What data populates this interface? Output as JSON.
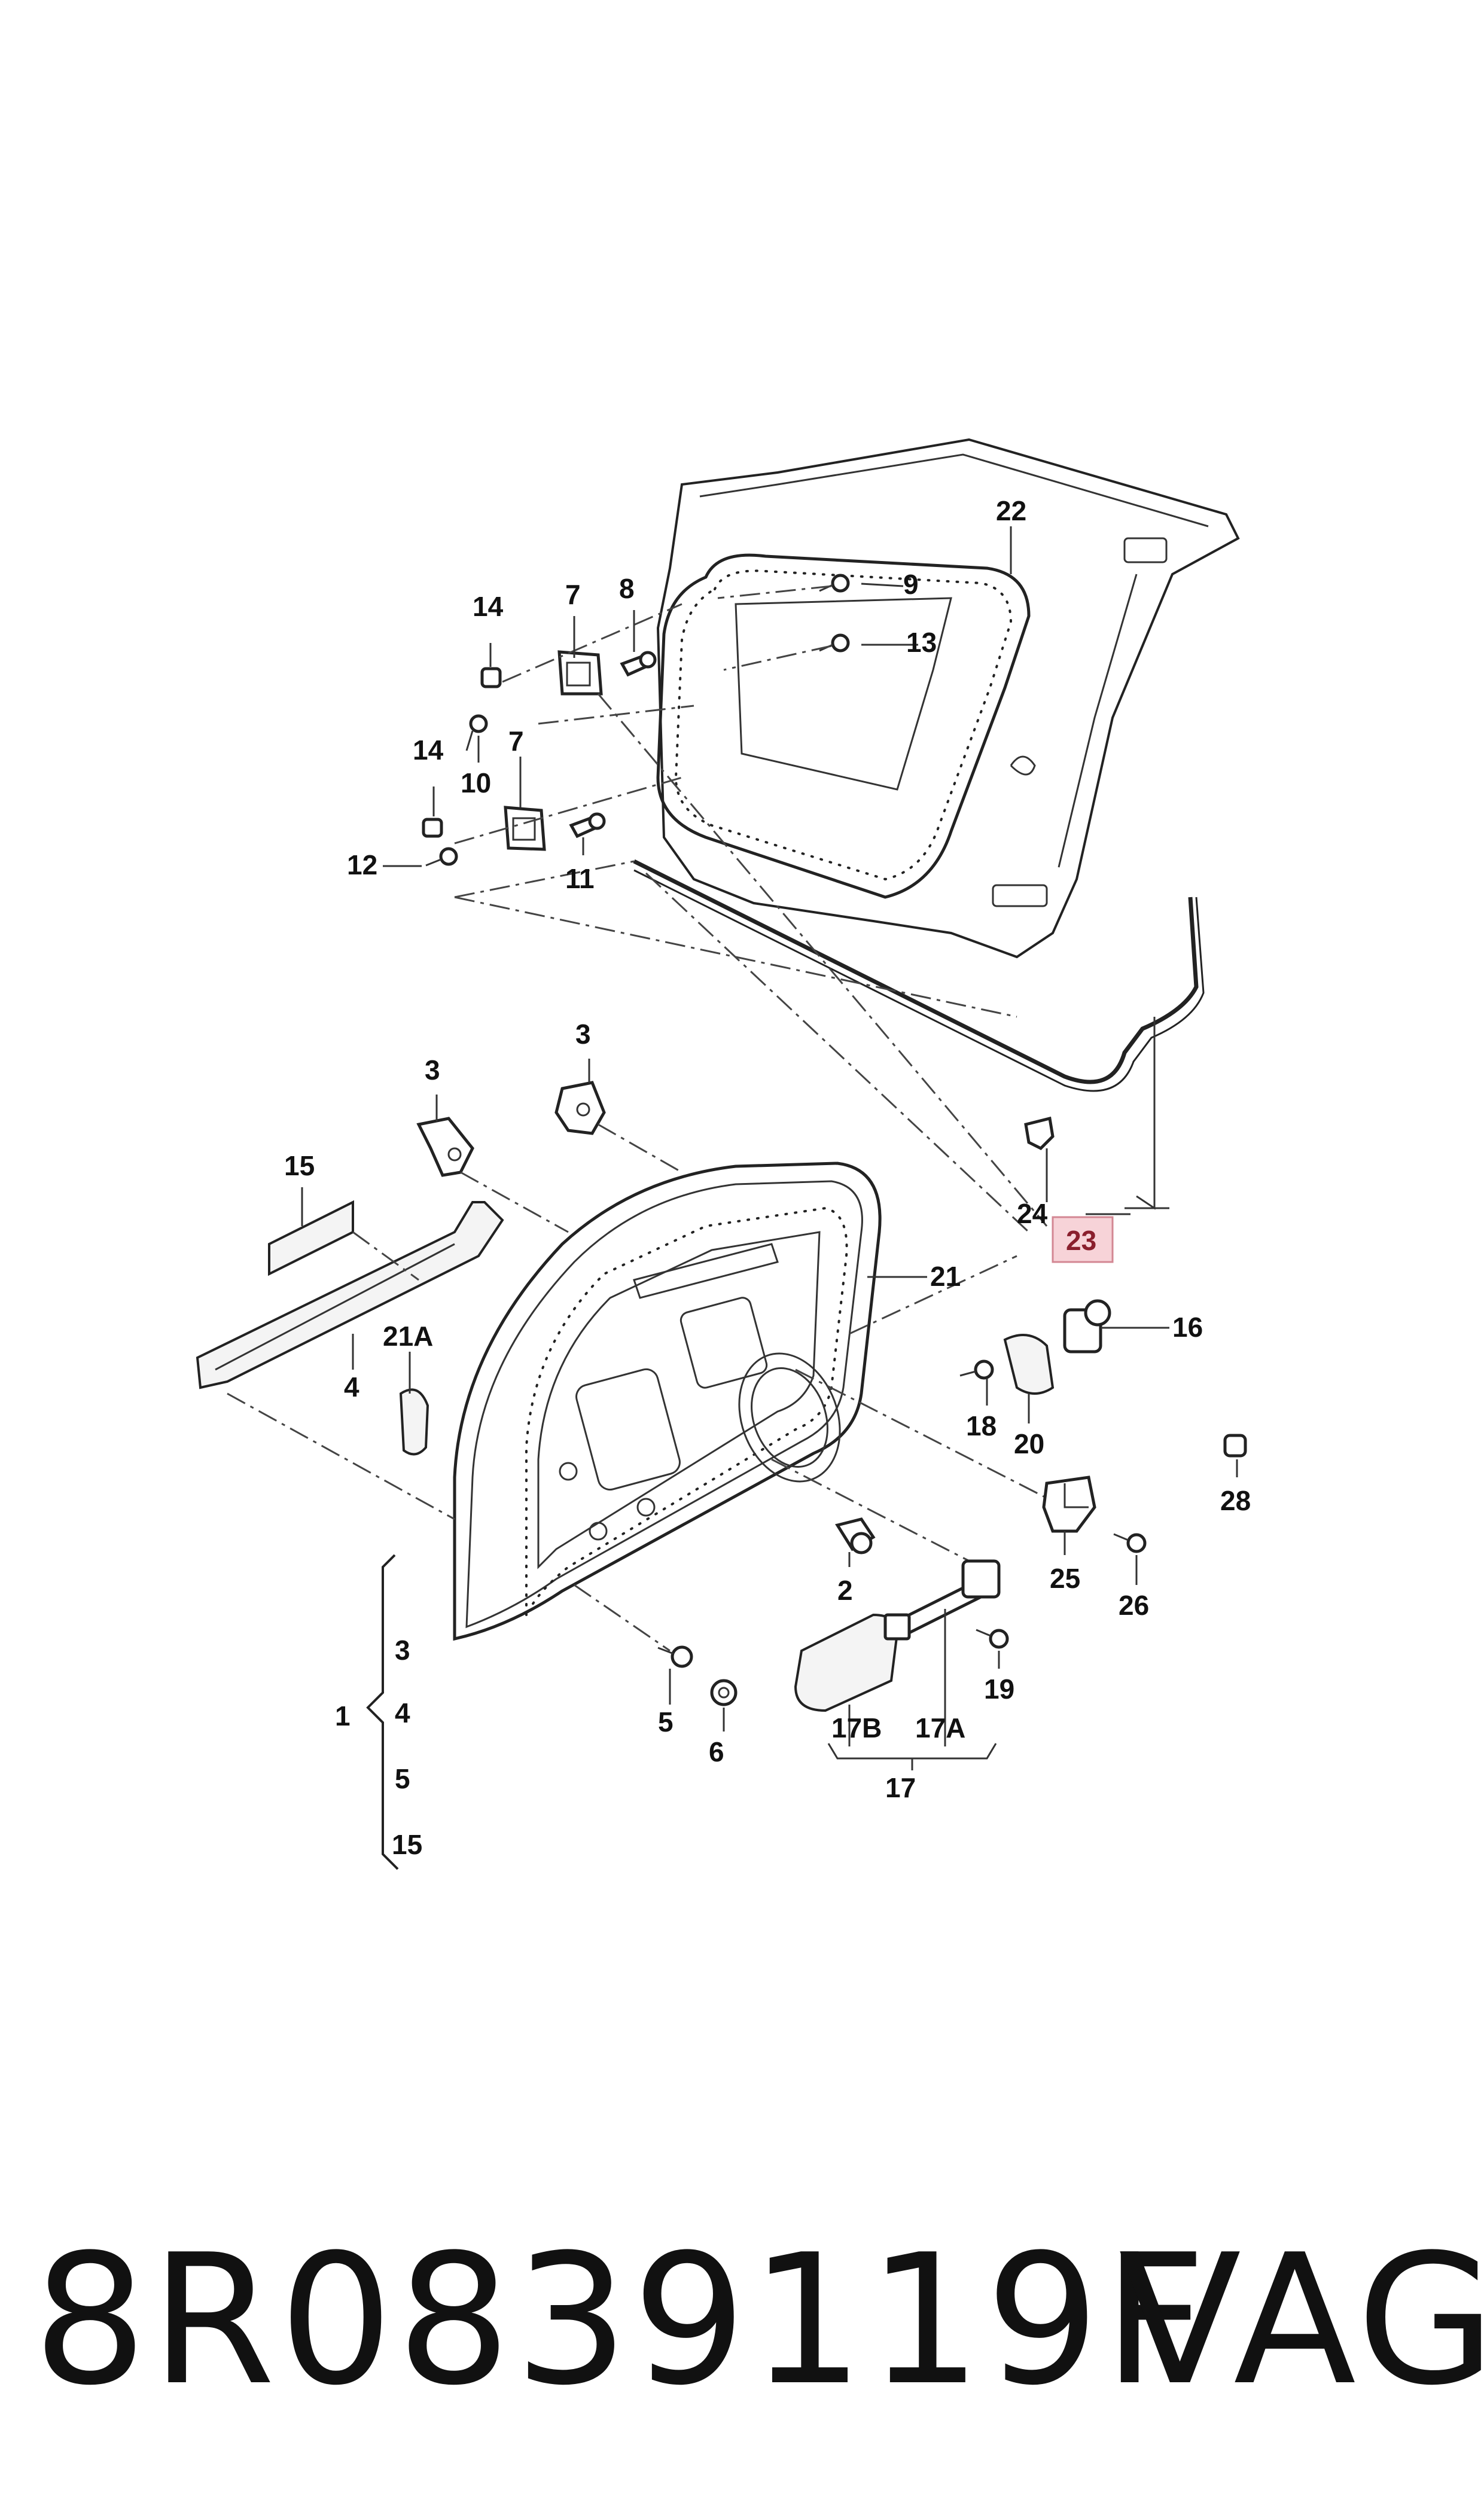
{
  "callouts": {
    "c22": "22",
    "c9": "9",
    "c13": "13",
    "c8": "8",
    "c7a": "7",
    "c14a": "14",
    "c10": "10",
    "c14b": "14",
    "c7b": "7",
    "c12": "12",
    "c11": "11",
    "c3a": "3",
    "c3b": "3",
    "c15": "15",
    "c21": "21",
    "c24": "24",
    "c23": "23",
    "c21a": "21A",
    "c4": "4",
    "c16": "16",
    "c18": "18",
    "c20": "20",
    "c28": "28",
    "c2": "2",
    "c25": "25",
    "c26": "26",
    "c19": "19",
    "c5": "5",
    "c6": "6",
    "c17b": "17B",
    "c17a": "17A",
    "c17": "17",
    "c1": "1",
    "g3": "3",
    "g4": "4",
    "g5": "5",
    "g15": "15"
  },
  "highlight_color": "#f7d3d8",
  "footer": {
    "part_number": "8R0839119F",
    "brand": "VAG"
  }
}
